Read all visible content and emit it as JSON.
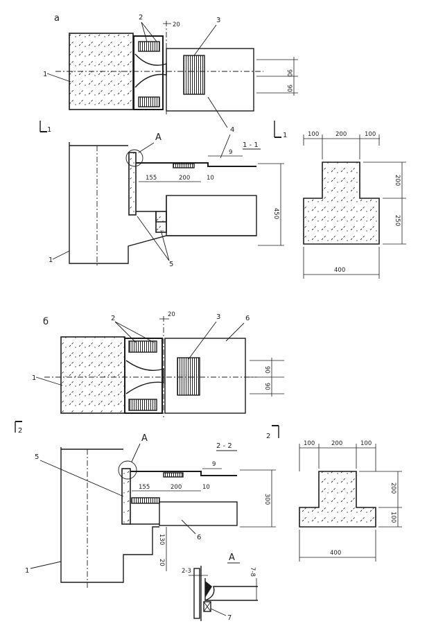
{
  "figure": {
    "sections": {
      "a": {
        "letter": "а",
        "cut_label": "1 - 1",
        "cut_marks": [
          "1",
          "1"
        ],
        "callouts": [
          "1",
          "2",
          "3",
          "4",
          "5"
        ],
        "detail_ref": "A",
        "dims": {
          "gap": "20",
          "d90a": "90",
          "d90b": "90",
          "d155": "155",
          "d200": "200",
          "d10": "10",
          "d9": "9",
          "d450": "450"
        },
        "cross_section": {
          "top_w_left": "100",
          "top_w_mid": "200",
          "top_w_right": "100",
          "h_top": "200",
          "h_bottom": "250",
          "base_w": "400"
        }
      },
      "b": {
        "letter": "б",
        "cut_label": "2 - 2",
        "cut_marks": [
          "2",
          "2"
        ],
        "callouts": [
          "1",
          "2",
          "3",
          "5",
          "6",
          "6"
        ],
        "detail_ref": "A",
        "dims": {
          "gap": "20",
          "d90a": "90",
          "d90b": "90",
          "d155": "155",
          "d200": "200",
          "d10": "10",
          "d9": "9",
          "d300": "300",
          "d130": "130",
          "d20": "20"
        },
        "cross_section": {
          "top_w_left": "100",
          "top_w_mid": "200",
          "top_w_right": "100",
          "h_top": "200",
          "h_bottom": "100",
          "base_w": "400"
        }
      },
      "detail": {
        "title": "A",
        "d_left": "2-3",
        "d_right": "7-8",
        "callout": "7"
      }
    }
  }
}
